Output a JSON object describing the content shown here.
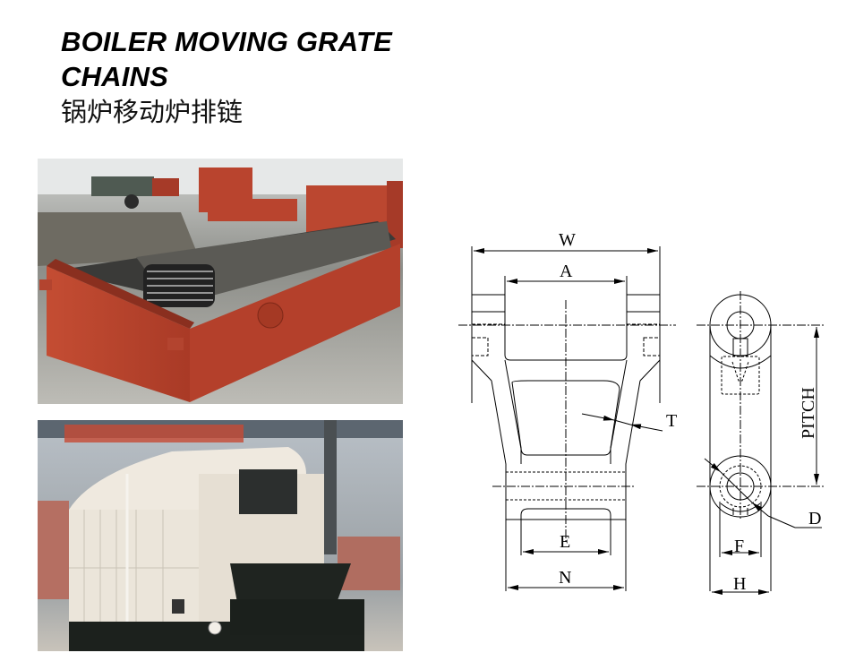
{
  "header": {
    "title_line1": "BOILER MOVING GRATE",
    "title_line2": "CHAINS",
    "title_cn": "锅炉移动炉排链"
  },
  "photos": [
    {
      "subject": "grate-chain-assembly-red-frame"
    },
    {
      "subject": "chain-grate-boiler-white-body"
    }
  ],
  "drawing": {
    "front_view_labels": {
      "W": "W",
      "A": "A",
      "T": "T",
      "E": "E",
      "N": "N"
    },
    "side_view_labels": {
      "pitch": "PITCH",
      "D": "D",
      "F": "F",
      "H": "H"
    }
  },
  "colors": {
    "frame_red": "#b8452e",
    "boiler_white": "#ece7dc",
    "hopper_dark": "#1f2420",
    "line": "#000000"
  }
}
